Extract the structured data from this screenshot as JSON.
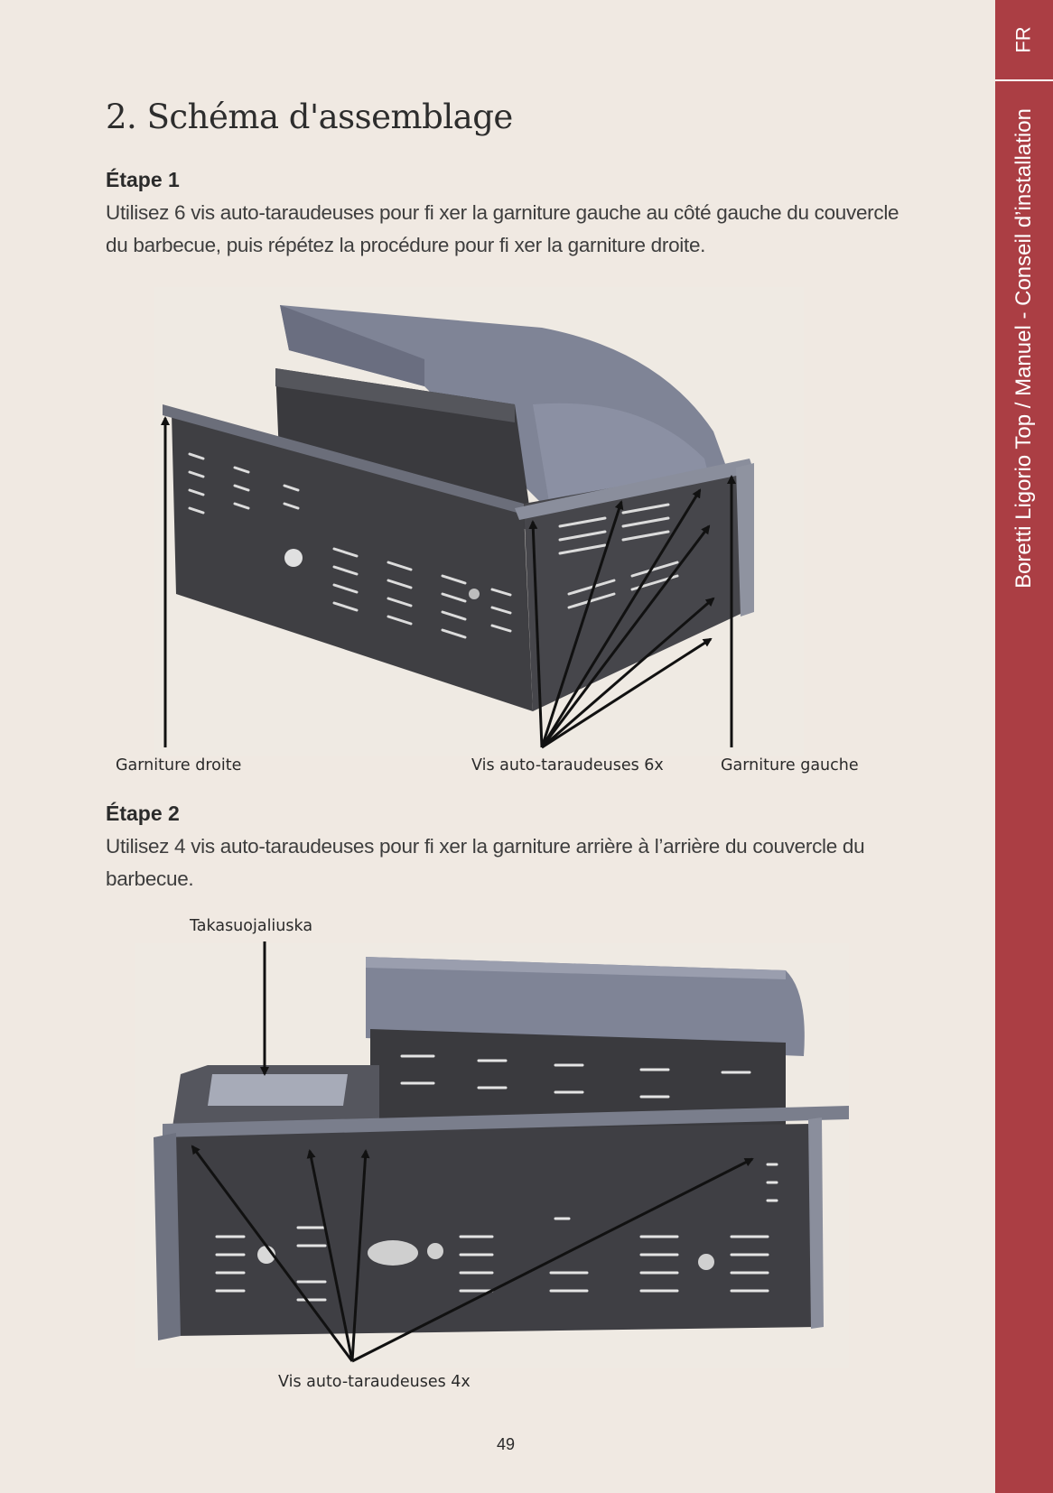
{
  "sidebar": {
    "lang": "FR",
    "title": "Boretti Ligorio Top / Manuel - Conseil d’installation"
  },
  "page": {
    "title": "2. Schéma d'assemblage",
    "number": "49"
  },
  "steps": [
    {
      "heading": "Étape 1",
      "text": "Utilisez 6 vis auto-taraudeuses pour fi xer la garniture gauche au côté gauche du couvercle du barbecue, puis répétez la procédure pour fi xer la garniture droite.",
      "captions": {
        "left": "Garniture droite",
        "middle": "Vis auto-taraudeuses 6x",
        "right": "Garniture gauche"
      }
    },
    {
      "heading": "Étape 2",
      "text": "Utilisez 4 vis auto-taraudeuses pour fi xer la garniture arrière à l’arrière du couvercle du barbecue.",
      "captions": {
        "top": "Takasuojaliuska",
        "bottom": "Vis auto-taraudeuses 4x"
      }
    }
  ],
  "colors": {
    "page_background": "#f0e9e2",
    "sidebar": "#ab3e44",
    "grill_body": "#3f3f43",
    "grill_lid": "#7d8294"
  }
}
